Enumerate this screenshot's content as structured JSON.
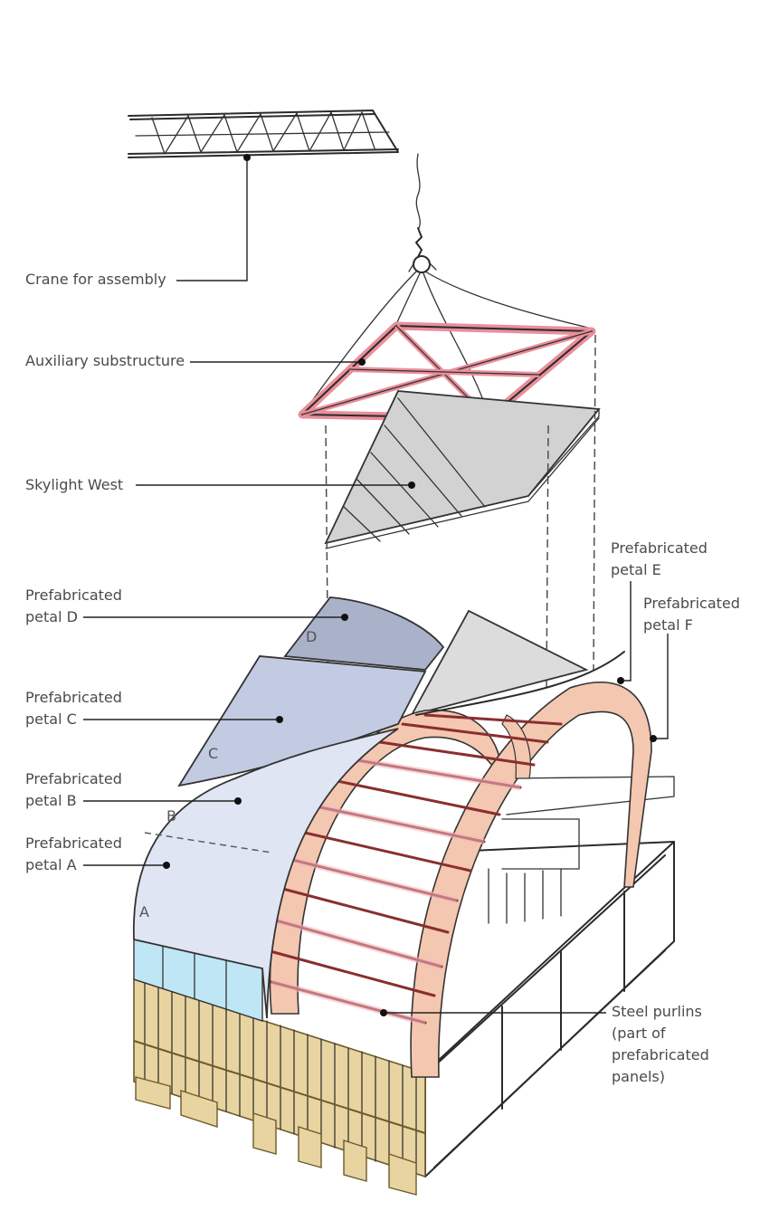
{
  "colors": {
    "petal_d": "#a9b2c9",
    "petal_c": "#c3cbe2",
    "petal_ab": "#dfe5f2",
    "petal_e": "#dcdcdc",
    "arch": "#f4c7b0",
    "subframe": "#e98f9b",
    "skylight": "#d2d2d2",
    "timber": "#e8d4a0",
    "glass": "#bfe6f4",
    "purlin": "#8a2e2e"
  },
  "labels": {
    "crane": "Crane for assembly",
    "substructure": "Auxiliary substructure",
    "skylight": "Skylight West",
    "petal_d_1": "Prefabricated",
    "petal_d_2": "petal D",
    "petal_c_1": "Prefabricated",
    "petal_c_2": "petal C",
    "petal_b_1": "Prefabricated",
    "petal_b_2": "petal B",
    "petal_a_1": "Prefabricated",
    "petal_a_2": "petal A",
    "petal_e_1": "Prefabricated",
    "petal_e_2": "petal E",
    "petal_f_1": "Prefabricated",
    "petal_f_2": "petal F",
    "purlins_1": "Steel purlins",
    "purlins_2": "(part of",
    "purlins_3": "prefabricated",
    "purlins_4": "panels)"
  },
  "petal_letters": {
    "a": "A",
    "b": "B",
    "c": "C",
    "d": "D"
  }
}
